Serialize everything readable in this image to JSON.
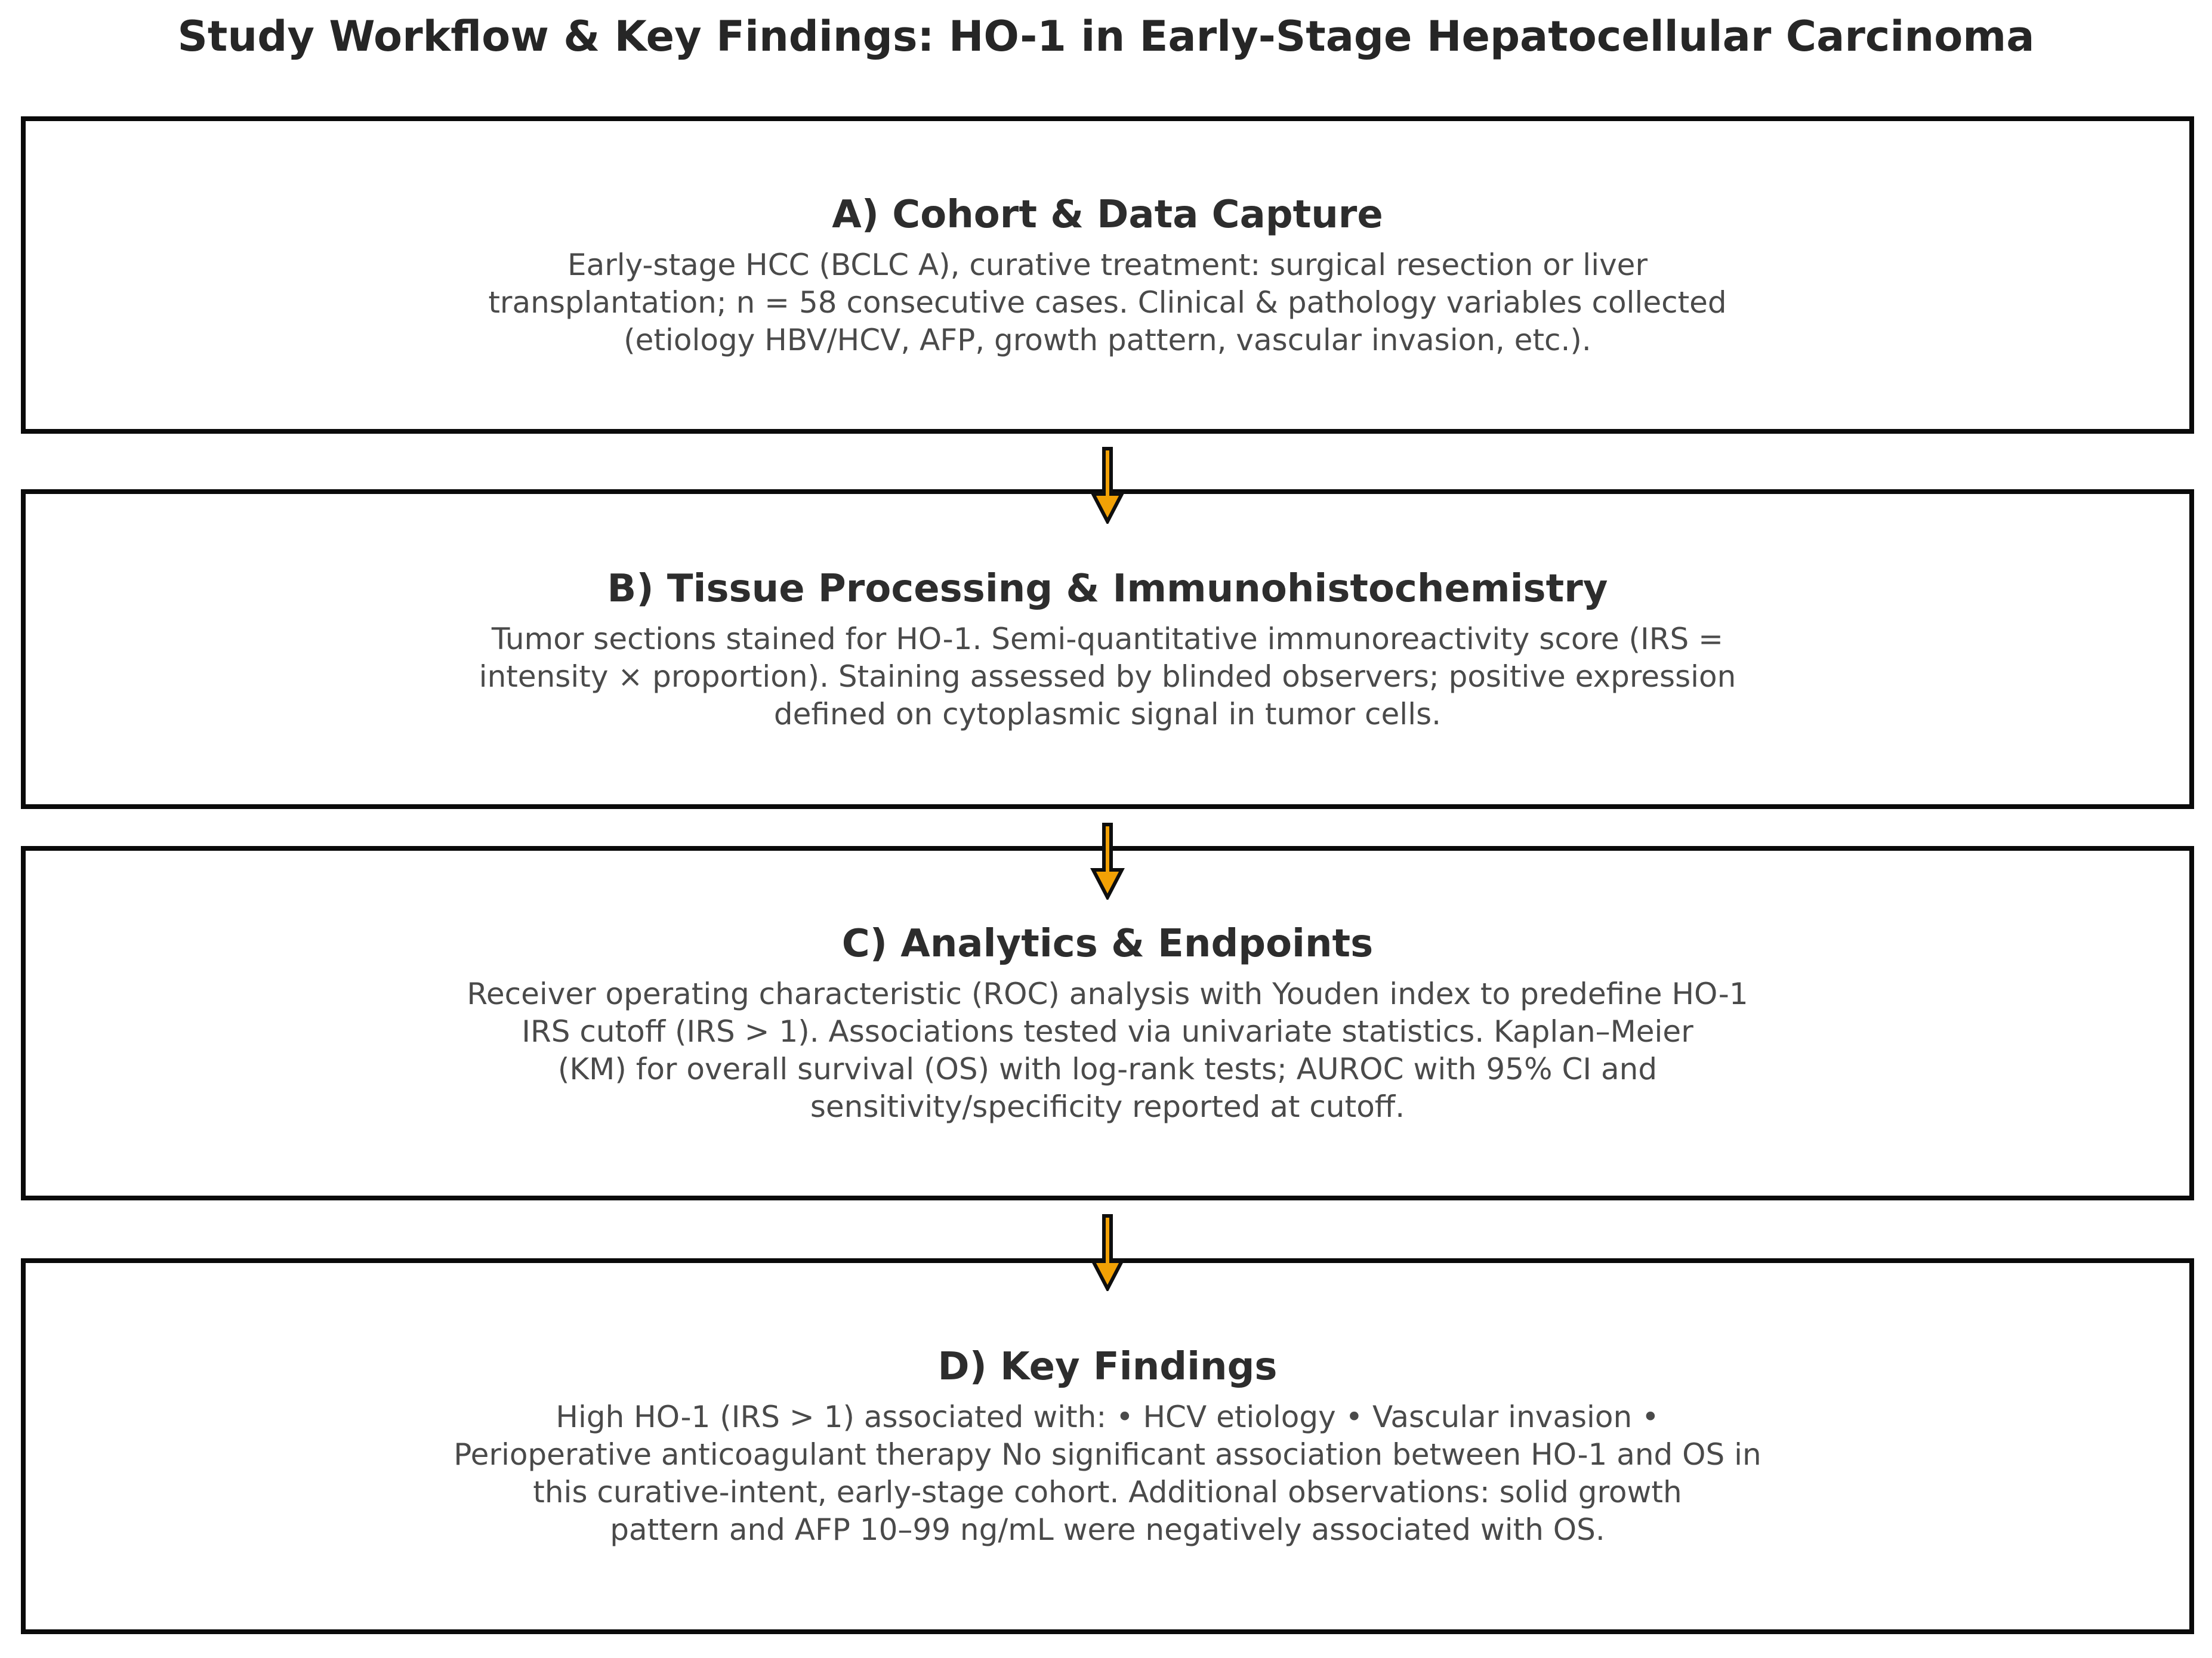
{
  "title": "Study Workflow & Key Findings: HO-1 in Early-Stage Hepatocellular Carcinoma",
  "colors": {
    "background": "#ffffff",
    "box_border": "#0a0a0a",
    "heading_text": "#2d2d2d",
    "body_text": "#4a4a4a",
    "arrow_fill": "#f2a105",
    "arrow_outline": "#0e0e0e"
  },
  "boxes": [
    {
      "id": "A",
      "heading": "A) Cohort & Data Capture",
      "body": "Early-stage HCC (BCLC A), curative treatment: surgical resection or liver\ntransplantation; n = 58 consecutive cases. Clinical & pathology variables collected\n(etiology HBV/HCV, AFP, growth pattern, vascular invasion, etc.)."
    },
    {
      "id": "B",
      "heading": "B) Tissue Processing & Immunohistochemistry",
      "body": "Tumor sections stained for HO-1. Semi-quantitative immunoreactivity score (IRS =\nintensity × proportion). Staining assessed by blinded observers; positive expression\ndefined on cytoplasmic signal in tumor cells."
    },
    {
      "id": "C",
      "heading": "C) Analytics & Endpoints",
      "body": "Receiver operating characteristic (ROC) analysis with Youden index to predefine HO-1\nIRS cutoff (IRS > 1). Associations tested via univariate statistics. Kaplan–Meier\n(KM) for overall survival (OS) with log-rank tests; AUROC with 95% CI and\nsensitivity/specificity reported at cutoff."
    },
    {
      "id": "D",
      "heading": "D) Key Findings",
      "body": "High HO-1 (IRS > 1) associated with: • HCV etiology • Vascular invasion •\nPerioperative anticoagulant therapy No significant association between HO-1 and OS in\nthis curative-intent, early-stage cohort. Additional observations: solid growth\npattern and AFP 10–99 ng/mL were negatively associated with OS."
    }
  ],
  "arrows": [
    {
      "name": "arrow-a-to-b"
    },
    {
      "name": "arrow-b-to-c"
    },
    {
      "name": "arrow-c-to-d"
    }
  ]
}
